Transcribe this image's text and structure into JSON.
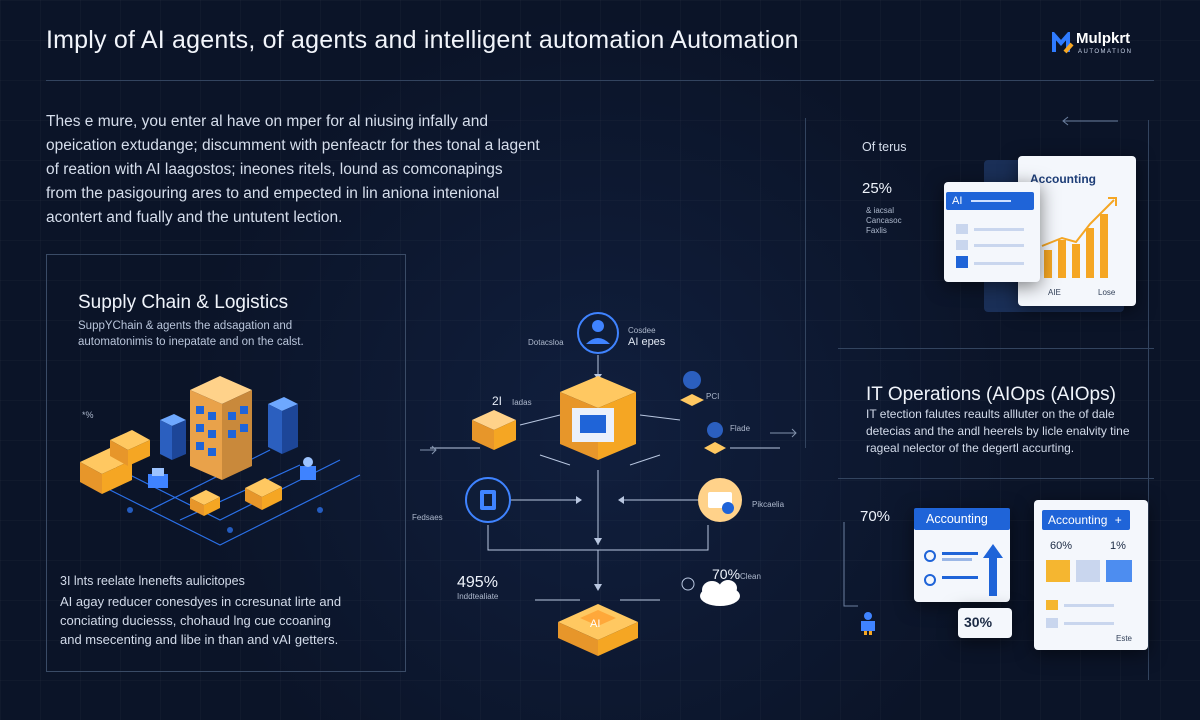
{
  "header": {
    "title": "Imply of AI agents, of agents and intelligent automation Automation",
    "logo_name": "Mulpkrt",
    "logo_sub": "AUTOMATION"
  },
  "intro": {
    "lines": [
      "Thes e mure, you enter al have on mper for al niusing infally and",
      "opeication extudange; discumment with penfeactr for thes tonal a lagent",
      "of reation with AI laagostos; ineones ritels, lound as comconapings",
      "from the pasigouring ares to and empected in lin aniona intenional",
      "acontert and fually and the untutent lection."
    ]
  },
  "supply_chain": {
    "title": "Supply Chain & Logistics",
    "subtitle_lines": [
      "SuppYChain & agents the adsagation and",
      "automatonimis to inepatate and on the calst."
    ],
    "tiny_label_1": "*%",
    "footer_heading": "3I lnts reelate lnenefts aulicitopes",
    "footer_lines": [
      "AI agay reducer conesdyes in ccresunat lirte and",
      "conciating duciesss, chohaud lng cue ccoaning",
      "and msecenting and libe in than and vAI getters."
    ]
  },
  "center_flow": {
    "top_label_left": "Dotacsloa",
    "top_label_right_1": "Cosdee",
    "top_label_right_2": "AI epes",
    "left_num": "2I",
    "left_small": "Iadas",
    "right_small_1": "PCI",
    "right_small_2": "Flade",
    "left_node_label": "Fedsaes",
    "right_node_label": "Pikcaelia",
    "stat_left": "495%",
    "stat_left_small": "Inddtealiate",
    "stat_right": "70%",
    "stat_right_small": "Clean",
    "bottom_node_label": "AI"
  },
  "top_right": {
    "label": "Of terus",
    "stat": "25%",
    "small_lines": [
      "& iacsal",
      "Cancasoc",
      "Faxlis"
    ],
    "card_title": "Accounting",
    "card_tag": "AI",
    "card_foot_1": "AIE",
    "card_foot_2": "Lose"
  },
  "it_ops": {
    "title": "IT Operations (AIOps (AIOps)",
    "lines": [
      "IT etection falutes reaults allluter on the of dale",
      "detecias and the andl heerels by licle enalvity tine",
      "rageal nelector of the degertl accurting."
    ]
  },
  "bottom_right": {
    "stat_left": "70%",
    "card1_button": "Accounting",
    "card1_stat": "30%",
    "card2_button": "Accounting",
    "card2_button_icon": "+",
    "card2_stat_1": "60%",
    "card2_stat_2": "1%",
    "card2_foot": "Este"
  },
  "colors": {
    "background": "#0b1428",
    "accent_blue": "#1f64d8",
    "accent_orange": "#f5a623",
    "line": "#33445f"
  }
}
